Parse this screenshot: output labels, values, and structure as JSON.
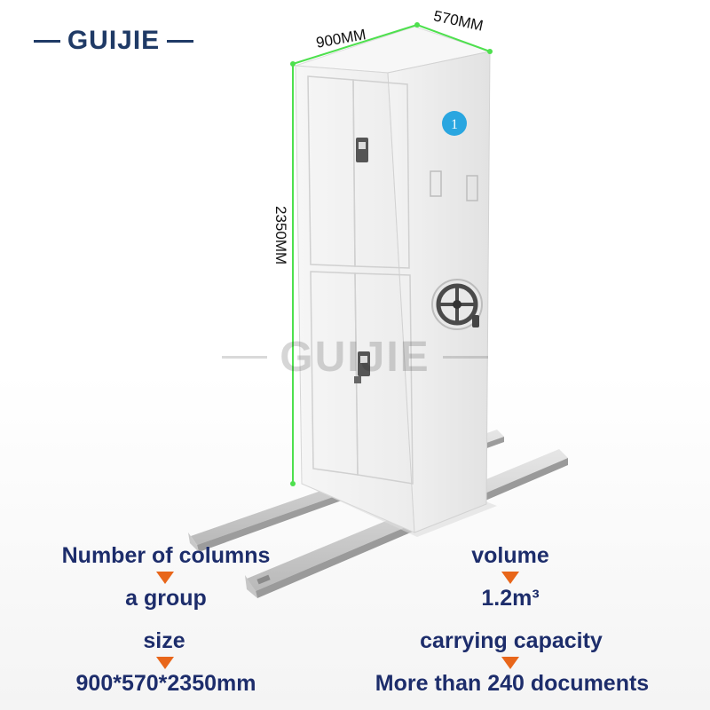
{
  "brand": {
    "name": "GUIJIE"
  },
  "watermark": {
    "text": "GUIJIE"
  },
  "dimensions": {
    "width": "900MM",
    "depth": "570MM",
    "height": "2350MM"
  },
  "cabinet": {
    "badge_number": "1"
  },
  "specs": {
    "columns_label": "Number of columns",
    "columns_value": "a group",
    "volume_label": "volume",
    "volume_value": "1.2m³",
    "size_label": "size",
    "size_value": "900*570*2350mm",
    "capacity_label": "carrying capacity",
    "capacity_value": "More than 240 documents"
  },
  "colors": {
    "brand": "#1f3a66",
    "spec_text": "#1d2d6b",
    "arrow": "#e8661a",
    "dimension_line": "#4ee04e",
    "badge": "#2aa6e0"
  }
}
